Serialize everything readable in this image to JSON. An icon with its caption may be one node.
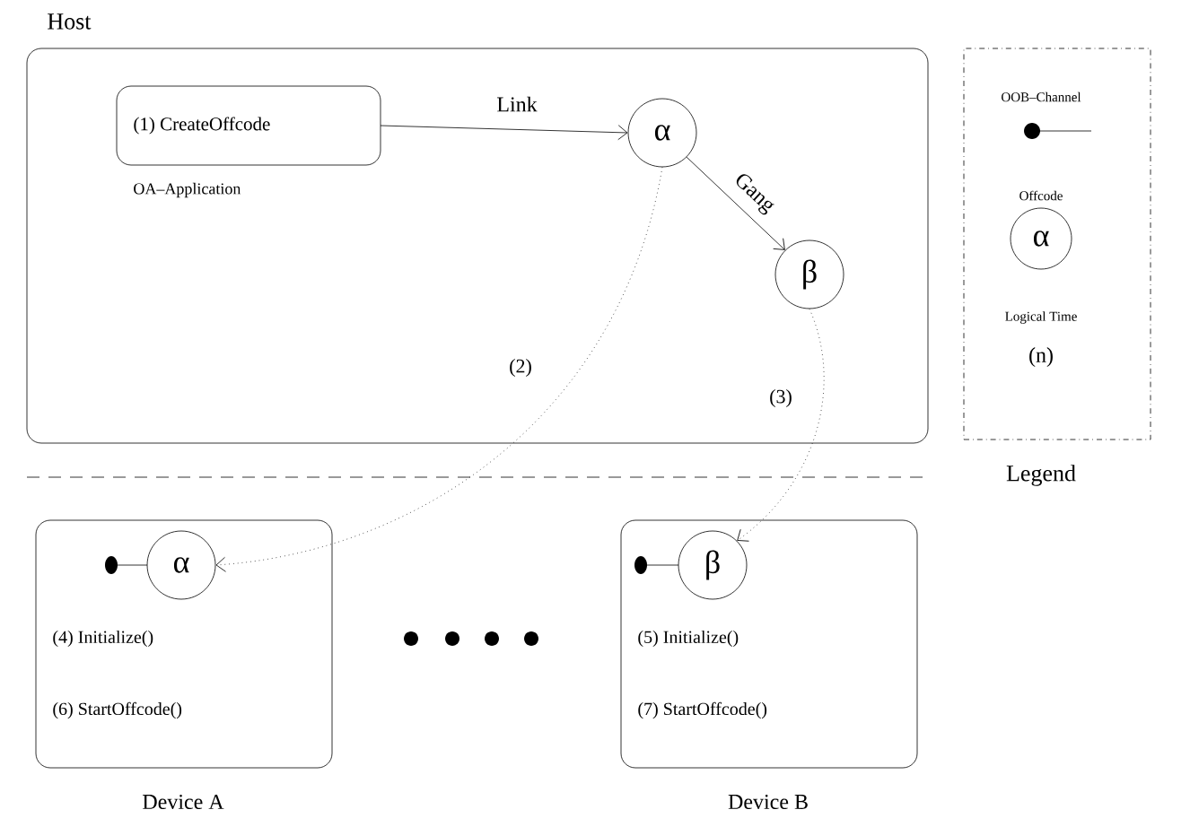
{
  "diagram": {
    "nodes": [
      {
        "text": [
          "Host"
        ]
      },
      {
        "text": [
          "(1) CreateOffcode"
        ],
        "in": 0,
        "beside": [
          "OA–Application"
        ]
      },
      {
        "text": [
          "α"
        ],
        "in": 0
      },
      {
        "text": [
          "β"
        ],
        "in": 0
      },
      {
        "text": [
          "OOB–Channel",
          "Offcode",
          "Logical Time",
          "(n)"
        ],
        "beside": [
          "Legend"
        ]
      },
      {
        "text": [
          "α"
        ],
        "in": 4
      },
      {
        "text": [
          "(4) Initialize()",
          "(6) StartOffcode()"
        ],
        "beside": [
          "Device A"
        ]
      },
      {
        "text": [
          "α"
        ],
        "in": 6
      },
      {
        "text": [
          "(5) Initialize()",
          "(7) StartOffcode()"
        ],
        "beside": [
          "Device B"
        ]
      },
      {
        "text": [
          "β"
        ],
        "in": 8
      }
    ],
    "edges": [
      {
        "from": 1,
        "to": 2,
        "arrow": "to",
        "label": "Link"
      },
      {
        "from": 2,
        "to": 3,
        "arrow": "to",
        "label": "Gang"
      },
      {
        "from": 2,
        "to": 7,
        "arrow": "to",
        "label": "(2)",
        "style": "dashed"
      },
      {
        "from": 3,
        "to": 9,
        "arrow": "to",
        "label": "(3)",
        "style": "dashed"
      }
    ]
  }
}
